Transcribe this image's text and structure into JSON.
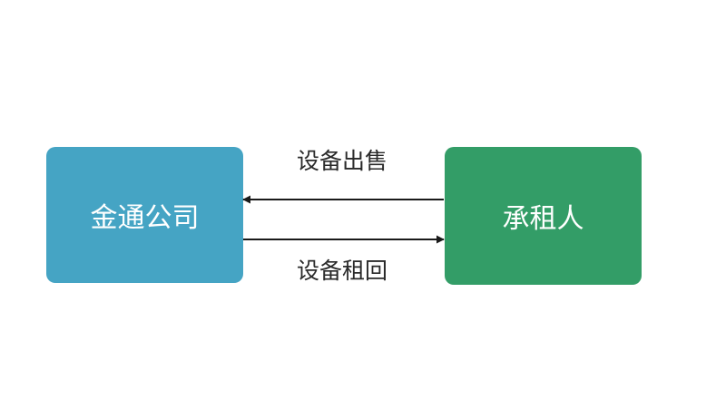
{
  "diagram": {
    "nodes": {
      "left": {
        "label": "金通公司",
        "color": "#45a4c4"
      },
      "right": {
        "label": "承租人",
        "color": "#339d67"
      }
    },
    "edges": {
      "top": {
        "label": "设备出售",
        "direction": "right-to-left"
      },
      "bottom": {
        "label": "设备租回",
        "direction": "left-to-right"
      }
    },
    "line_color": "#1a1a1a"
  }
}
